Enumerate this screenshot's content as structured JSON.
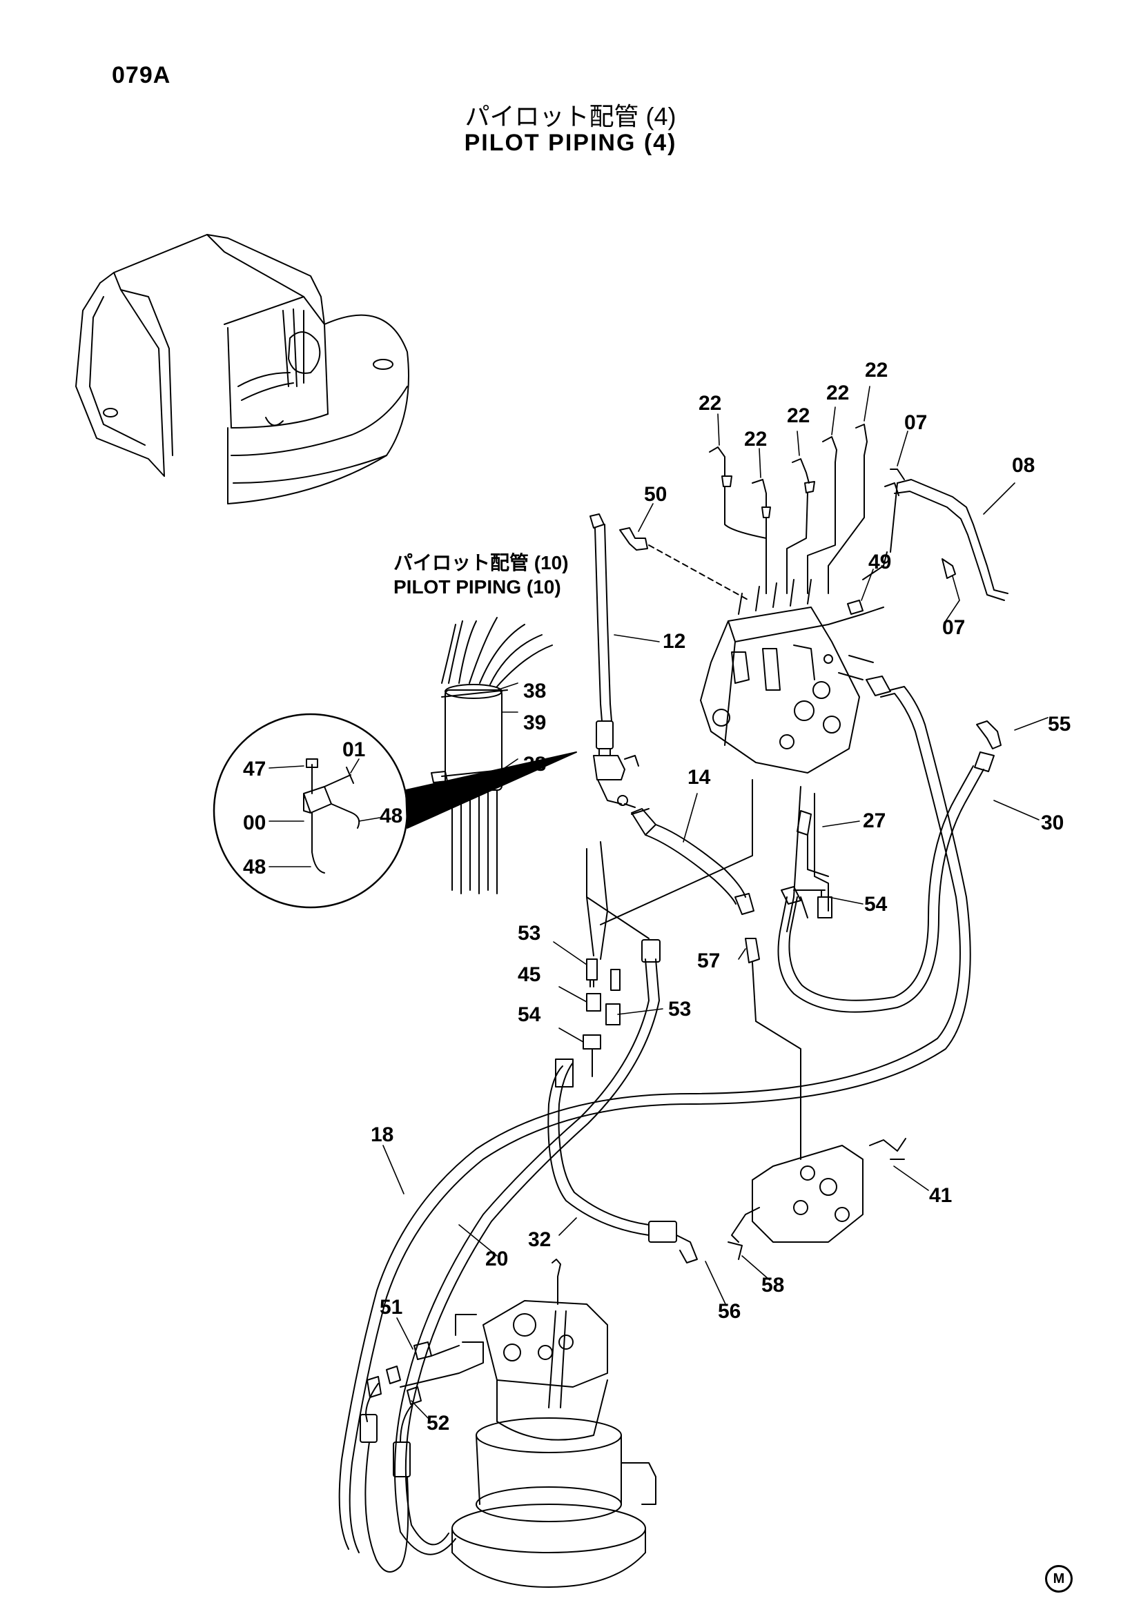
{
  "header": {
    "page_code": "079A",
    "title_jp": "パイロット配管 (4)",
    "title_en": "PILOT PIPING (4)"
  },
  "reference_note": {
    "line_jp": "パイロット配管 (10)",
    "line_en": "PILOT PIPING (10)"
  },
  "callouts": {
    "c22a": "22",
    "c22b": "22",
    "c22c": "22",
    "c22d": "22",
    "c22e": "22",
    "c07a": "07",
    "c07b": "07",
    "c08": "08",
    "c50": "50",
    "c49": "49",
    "c12": "12",
    "c38a": "38",
    "c39": "39",
    "c38b": "38",
    "c55": "55",
    "c47": "47",
    "c01": "01",
    "c00": "00",
    "c48a": "48",
    "c48b": "48",
    "c14": "14",
    "c27": "27",
    "c30": "30",
    "c54a": "54",
    "c53a": "53",
    "c57": "57",
    "c45": "45",
    "c53b": "53",
    "c54b": "54",
    "c18": "18",
    "c41": "41",
    "c20": "20",
    "c32": "32",
    "c58": "58",
    "c56": "56",
    "c51": "51",
    "c52": "52"
  },
  "mark": "M"
}
